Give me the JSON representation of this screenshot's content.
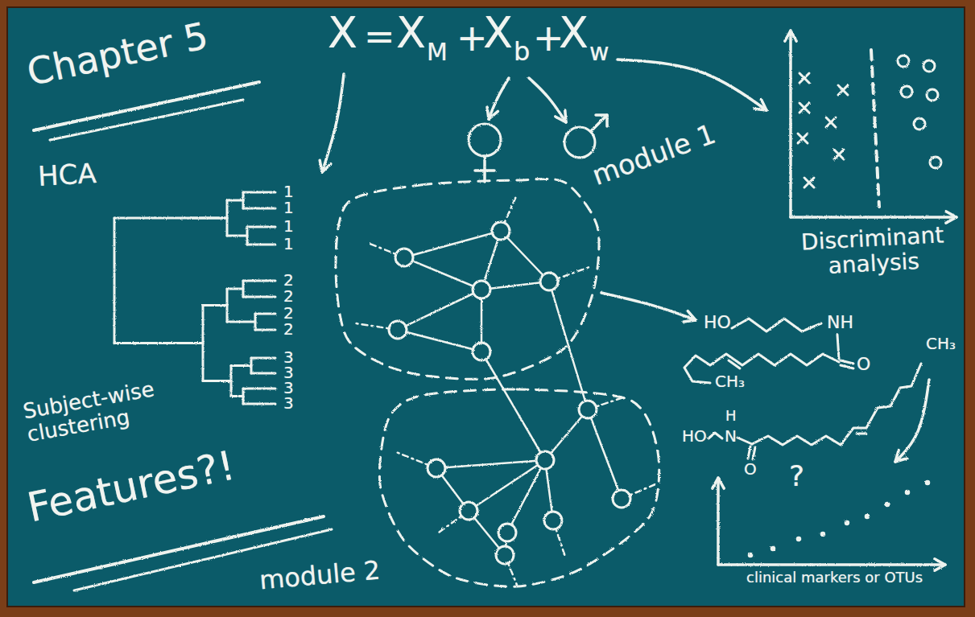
{
  "diagram": {
    "title": "Chapter 5",
    "nodes": [
      {
        "text": [
          "module 1"
        ]
      },
      {
        "text": [
          "module 2"
        ]
      }
    ],
    "labels": [
      "X",
      "=",
      "X",
      "M",
      "+",
      "X",
      "b",
      "+",
      "X",
      "w",
      "HCA",
      "1",
      "1",
      "1",
      "1",
      "2",
      "2",
      "2",
      "2",
      "3",
      "3",
      "3",
      "3",
      "Subject-wise clustering",
      "Features?!",
      "Discriminant analysis",
      "HO",
      "NH",
      "O",
      "CH₃",
      "CH₃",
      "H",
      "HO",
      "N",
      "O",
      "?",
      "clinical markers or OTUs"
    ]
  }
}
